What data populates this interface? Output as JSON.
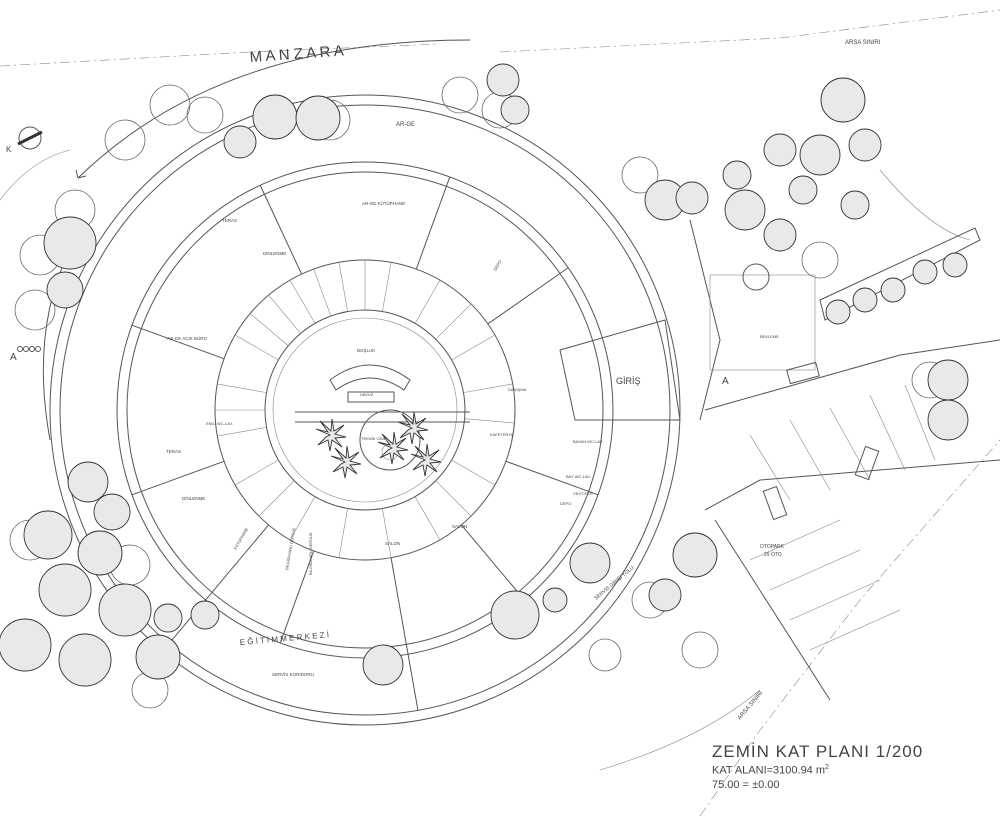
{
  "labels": {
    "manzara": "M A N Z A R A",
    "arsa_siniri_top": "ARSA SINIRI",
    "arsa_siniri_right": "ARSA SINIRI",
    "arge": "AR-GE",
    "arge_kutuphane": "AR-GE KÜTÜPHANE",
    "arge_acik_buro": "AR-GE AÇIK BÜRO",
    "dinlenme_1": "DİNLENME",
    "dinlenme_2": "DİNLENME",
    "teras_1": "TERAS",
    "teras_2": "TERAS",
    "bosluk": "BOŞLUK",
    "teknik_oda": "TEKNİK ODA",
    "havuz": "HAVUZ",
    "giris": "GİRİŞ",
    "otopark": "OTOPARK",
    "otopark_capacity": "29 OTO",
    "egitim_merkezi": "E Ğ İ T İ M   M E R K E Z İ",
    "servis_koridoru": "SERVİS KORİDORU",
    "servis_girisi_yolu": "SERVİS GİRİŞİ YOLU",
    "salon_1": "SALON",
    "salon_2": "SALON",
    "bilgisayarli_derslik_1": "BİLGİSAYARLI DERSLİK",
    "bilgisayarli_derslik_2": "BİLGİSAYARLI DERSLİK",
    "kutuphane": "KÜTÜPHANE",
    "depo_1": "DEPO",
    "depo_2": "DEPO",
    "bay_wc": "BAY WC-LAV.",
    "bayan_wc": "BAYAN WC-LAV.",
    "engelli_wc": "ENG. WC-LAV.",
    "kafeterya": "KAFETERYA",
    "vestiyer": "VESTİYER",
    "danisma": "DANIŞMA",
    "bekleme": "BEKLEME",
    "section_a": "A",
    "north": "K"
  },
  "title_block": {
    "title": "ZEMİN KAT PLANI 1/200",
    "area_prefix": "KAT ALANI=3100.94 m",
    "area_sup": "2",
    "elevation": "75.00 = ±0.00"
  },
  "colors": {
    "line": "#555555",
    "text": "#444444",
    "background": "#ffffff"
  }
}
